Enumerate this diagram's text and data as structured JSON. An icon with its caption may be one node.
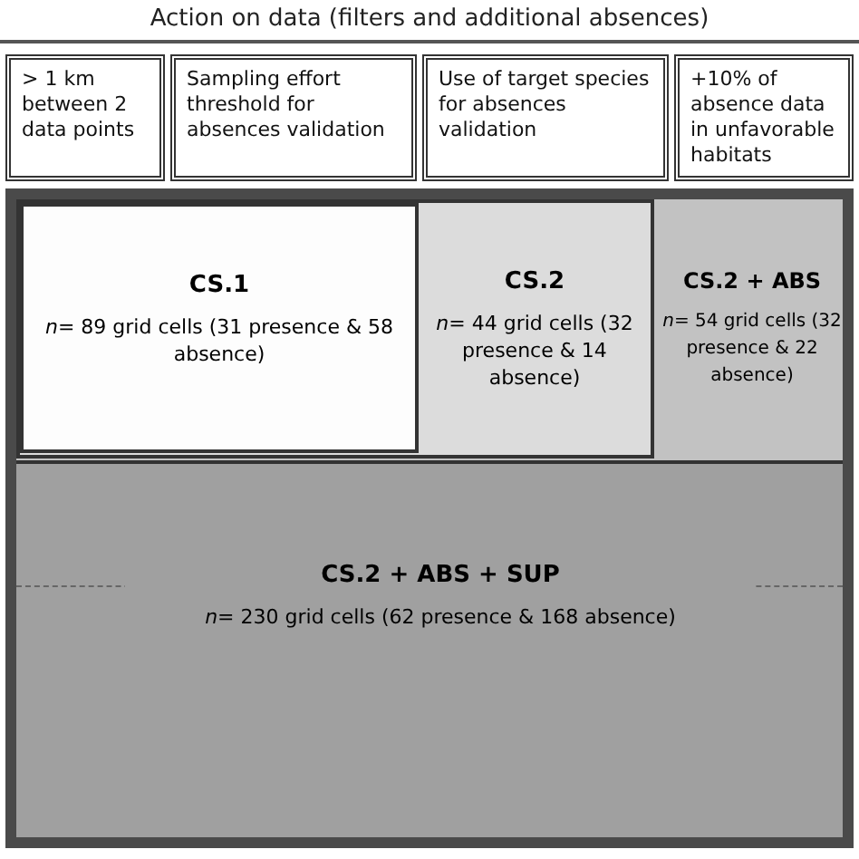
{
  "diagram": {
    "title": "Action on data (filters and additional absences)",
    "nodes": [
      {
        "text": [
          "> 1 km between 2 data points"
        ]
      },
      {
        "text": [
          "Sampling effort threshold for absences validation"
        ]
      },
      {
        "text": [
          "Use of target species for absences validation"
        ]
      },
      {
        "text": [
          "+10% of absence data in unfavorable habitats"
        ]
      },
      {
        "text": [
          "CS.2 + ABS + SUP",
          "*n*= 230 grid cells (62 presence & 168 absence)"
        ]
      },
      {
        "text": [
          "CS.2 + ABS",
          "*n*= 54 grid cells (32 presence & 22 absence)"
        ],
        "in": 4
      },
      {
        "text": [
          "CS.2",
          "*n*= 44 grid cells (32 presence & 14 absence)"
        ],
        "in": 5
      },
      {
        "text": [
          "CS.1",
          "*n*= 89 grid cells (31 presence & 58 absence)"
        ],
        "in": 6
      }
    ]
  }
}
